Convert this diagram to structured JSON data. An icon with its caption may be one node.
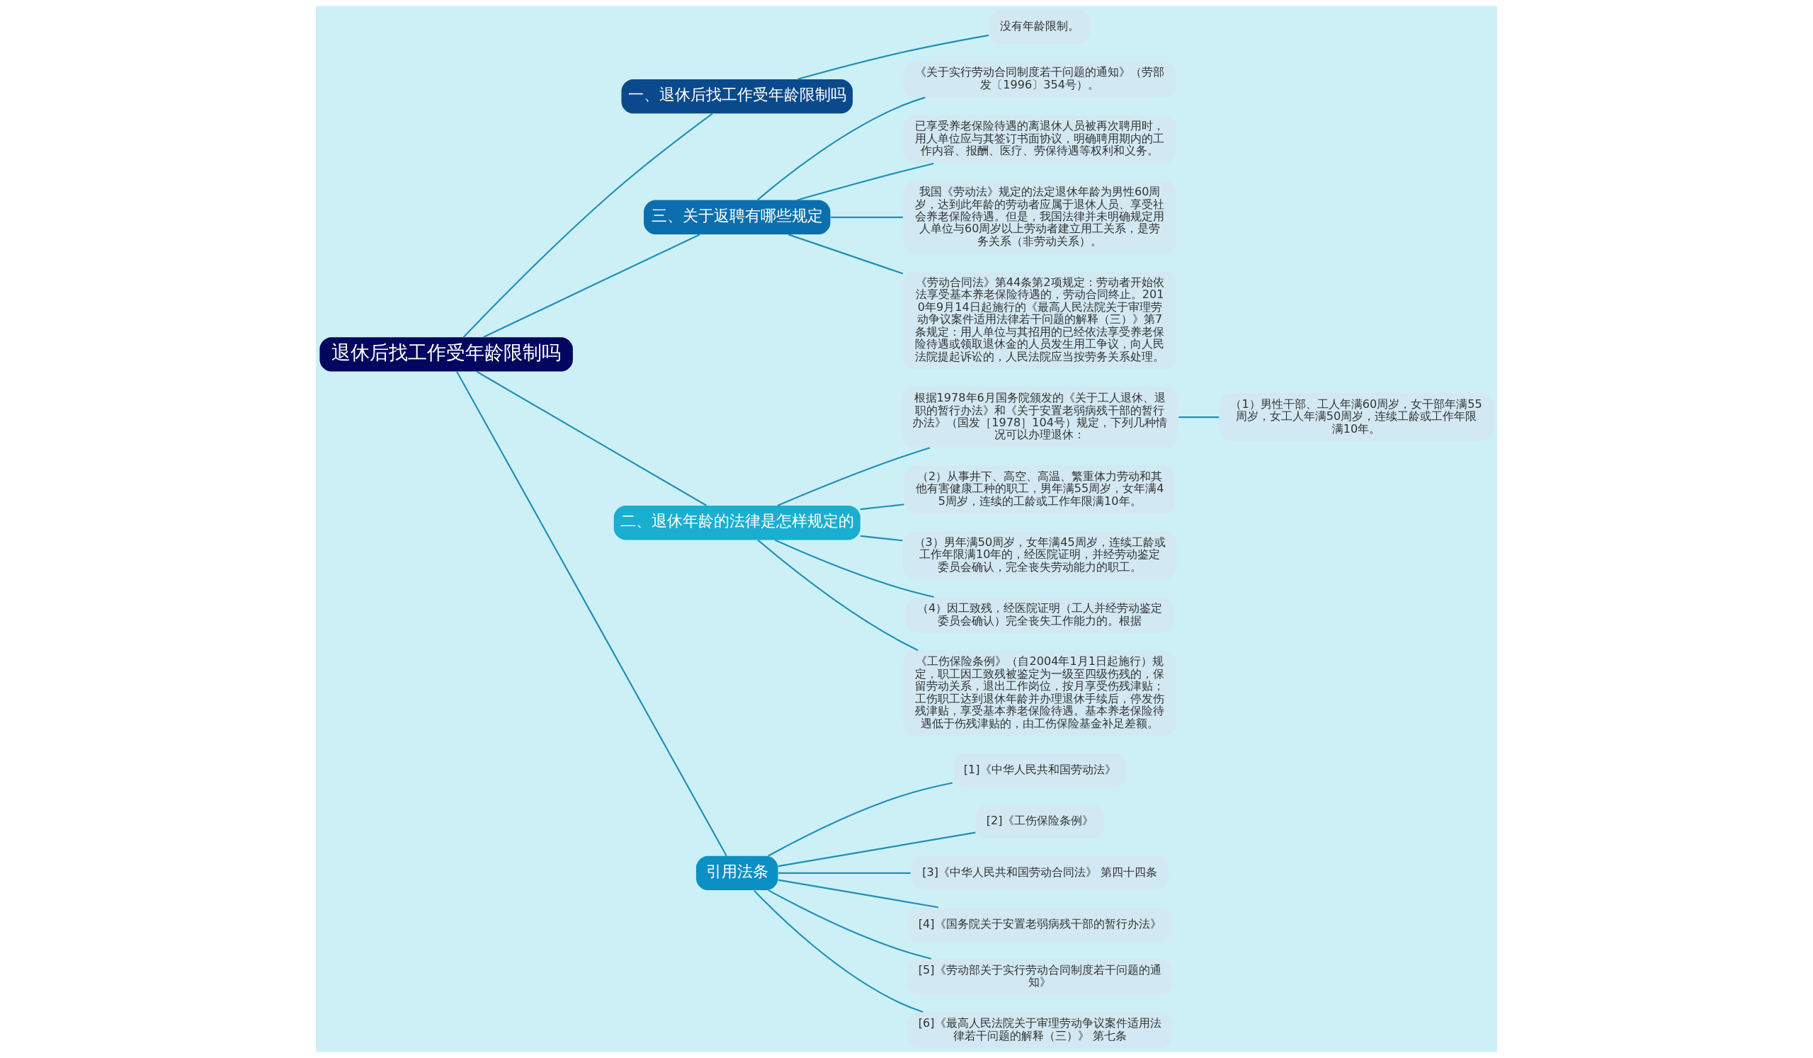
{
  "diagram": {
    "nodes": [
      {
        "text": [
          "退休后找工作受年龄限制吗"
        ]
      },
      {
        "text": [
          "一、退休后找工作受年龄限制吗"
        ]
      },
      {
        "text": [
          "没有年龄限制。"
        ]
      },
      {
        "text": [
          "三、关于返聘有哪些规定"
        ]
      },
      {
        "text": [
          "《关于实行劳动合同制度若干问题的通知》（劳部发〔1996〕354号）。"
        ]
      },
      {
        "text": [
          "已享受养老保险待遇的离退休人员被再次聘用时，用人单位应与其签订书面协议，明确聘用期内的工作内容、报酬、医疗、劳保待遇等权利和义务。"
        ]
      },
      {
        "text": [
          "我国《劳动法》规定的法定退休年龄为男性60周岁，达到此年龄的劳动者应属于退休人员、享受社会养老保险待遇。但是，我国法律并未明确规定用人单位与60周岁以上劳动者建立用工关系，是劳务关系（非劳动关系）。"
        ]
      },
      {
        "text": [
          "《劳动合同法》第44条第2项规定：劳动者开始依法享受基本养老保险待遇的，劳动合同终止。2010年9月14日起施行的《最高人民法院关于审理劳动争议案件适用法律若干问题的解释（三）》第7条规定：用人单位与其招用的已经依法享受养老保险待遇或领取退休金的人员发生用工争议，向人民法院提起诉讼的，人民法院应当按劳务关系处理。"
        ]
      },
      {
        "text": [
          "二、退休年龄的法律是怎样规定的"
        ]
      },
      {
        "text": [
          "根据1978年6月国务院颁发的《关于工人退休、退职的暂行办法》和《关于安置老弱病残干部的暂行办法》（国发［1978］104号）规定，下列几种情况可以办理退休："
        ]
      },
      {
        "text": [
          "（1）男性干部、工人年满60周岁，女干部年满55周岁，女工人年满50周岁，连续工龄或工作年限满10年。"
        ]
      },
      {
        "text": [
          "（2）从事井下、高空、高温、繁重体力劳动和其他有害健康工种的职工，男年满55周岁，女年满45周岁，连续的工龄或工作年限满10年。"
        ]
      },
      {
        "text": [
          "（3）男年满50周岁，女年满45周岁，连续工龄或工作年限满10年的，经医院证明，并经劳动鉴定委员会确认，完全丧失劳动能力的职工。"
        ]
      },
      {
        "text": [
          "（4）因工致残，经医院证明（工人并经劳动鉴定委员会确认）完全丧失工作能力的。根据"
        ]
      },
      {
        "text": [
          "《工伤保险条例》（自2004年1月1日起施行）规定，职工因工致残被鉴定为一级至四级伤残的，保留劳动关系，退出工作岗位，按月享受伤残津贴；工伤职工达到退休年龄并办理退休手续后，停发伤残津贴，享受基本养老保险待遇。基本养老保险待遇低于伤残津贴的，由工伤保险基金补足差额。"
        ]
      },
      {
        "text": [
          "引用法条"
        ]
      },
      {
        "text": [
          "[1]《中华人民共和国劳动法》"
        ]
      },
      {
        "text": [
          "[2]《工伤保险条例》"
        ]
      },
      {
        "text": [
          "[3]《中华人民共和国劳动合同法》 第四十四条"
        ]
      },
      {
        "text": [
          "[4]《国务院关于安置老弱病残干部的暂行办法》"
        ]
      },
      {
        "text": [
          "[5]《劳动部关于实行劳动合同制度若干问题的通知》"
        ]
      },
      {
        "text": [
          "[6]《最高人民法院关于审理劳动争议案件适用法律若干问题的解释（三）》 第七条"
        ]
      }
    ],
    "edges": [
      {
        "from": 0,
        "to": 1,
        "arrow": "none"
      },
      {
        "from": 1,
        "to": 2,
        "arrow": "none"
      },
      {
        "from": 0,
        "to": 3,
        "arrow": "none"
      },
      {
        "from": 3,
        "to": 4,
        "arrow": "none"
      },
      {
        "from": 3,
        "to": 5,
        "arrow": "none"
      },
      {
        "from": 3,
        "to": 6,
        "arrow": "none"
      },
      {
        "from": 3,
        "to": 7,
        "arrow": "none"
      },
      {
        "from": 0,
        "to": 8,
        "arrow": "none"
      },
      {
        "from": 8,
        "to": 9,
        "arrow": "none"
      },
      {
        "from": 9,
        "to": 10,
        "arrow": "none"
      },
      {
        "from": 8,
        "to": 11,
        "arrow": "none"
      },
      {
        "from": 8,
        "to": 12,
        "arrow": "none"
      },
      {
        "from": 8,
        "to": 13,
        "arrow": "none"
      },
      {
        "from": 8,
        "to": 14,
        "arrow": "none"
      },
      {
        "from": 0,
        "to": 15,
        "arrow": "none"
      },
      {
        "from": 15,
        "to": 16,
        "arrow": "none"
      },
      {
        "from": 15,
        "to": 17,
        "arrow": "none"
      },
      {
        "from": 15,
        "to": 18,
        "arrow": "none"
      },
      {
        "from": 15,
        "to": 19,
        "arrow": "none"
      },
      {
        "from": 15,
        "to": 20,
        "arrow": "none"
      },
      {
        "from": 15,
        "to": 21,
        "arrow": "none"
      }
    ]
  }
}
